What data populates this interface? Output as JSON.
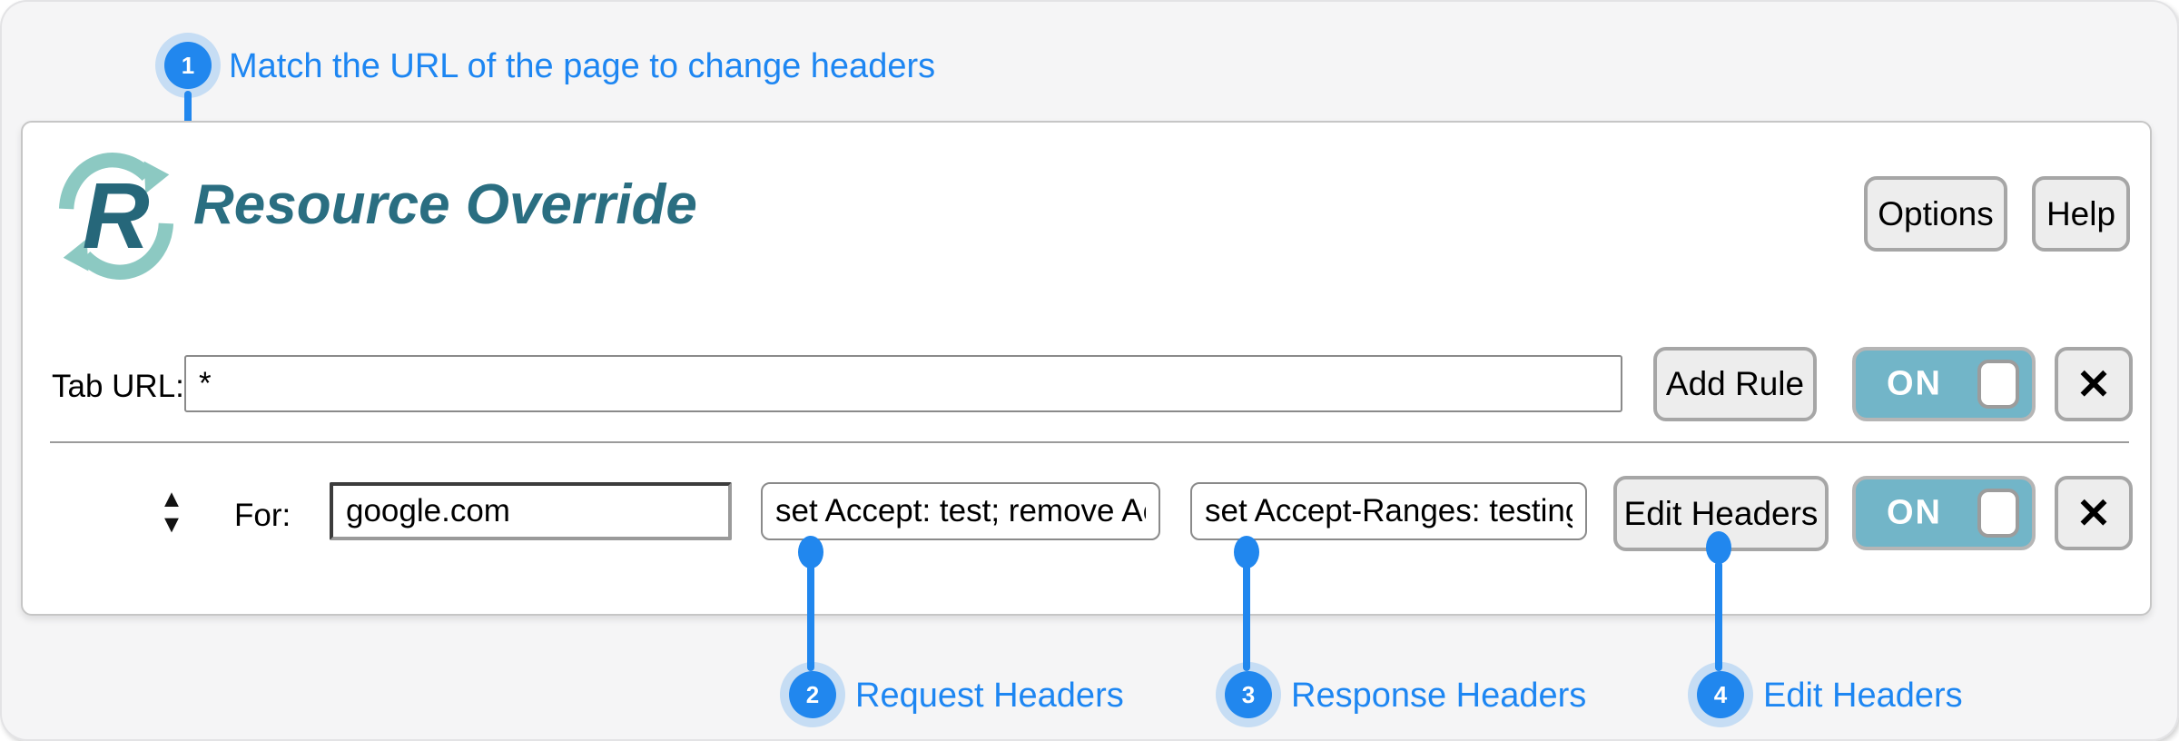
{
  "colors": {
    "accent_blue": "#2187ee",
    "callout_text_blue": "#1d86f2",
    "toggle_teal": "#72b5c8",
    "title_teal": "#2a6e81",
    "logo_teal": "#8cc9c2"
  },
  "callouts": [
    {
      "num": "1",
      "label": "Match the URL of the page to change headers"
    },
    {
      "num": "2",
      "label": "Request Headers"
    },
    {
      "num": "3",
      "label": "Response Headers"
    },
    {
      "num": "4",
      "label": "Edit Headers"
    }
  ],
  "header": {
    "title": "Resource Override",
    "logo_letter": "R",
    "options_label": "Options",
    "help_label": "Help"
  },
  "tab_rule": {
    "label": "Tab URL:",
    "url_value": "*",
    "add_rule_label": "Add Rule",
    "toggle_on": "ON",
    "close_glyph": "✕"
  },
  "override_rule": {
    "drag_up": "▲",
    "drag_down": "▼",
    "label": "For:",
    "match_value": "google.com",
    "request_headers_value": "set Accept: test; remove Acc",
    "response_headers_value": "set Accept-Ranges: testing",
    "edit_headers_label": "Edit Headers",
    "toggle_on": "ON",
    "close_glyph": "✕"
  }
}
